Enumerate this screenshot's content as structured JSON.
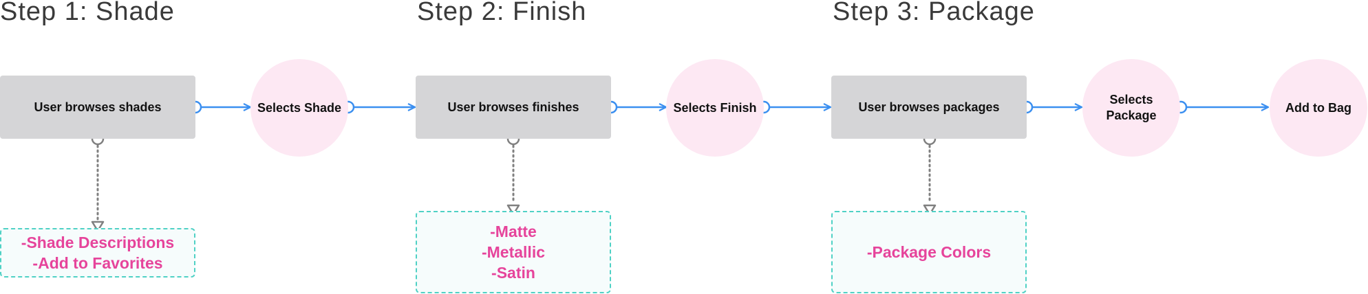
{
  "steps": [
    {
      "title": "Step 1: Shade"
    },
    {
      "title": "Step 2: Finish"
    },
    {
      "title": "Step 3: Package"
    }
  ],
  "process_boxes": [
    {
      "label": "User browses shades"
    },
    {
      "label": "User browses finishes"
    },
    {
      "label": "User browses packages"
    }
  ],
  "decisions": [
    {
      "label": "Selects Shade"
    },
    {
      "label": "Selects Finish"
    },
    {
      "label": "Selects\nPackage"
    },
    {
      "label": "Add to Bag"
    }
  ],
  "notes": [
    {
      "lines": [
        "-Shade Descriptions",
        "-Add to Favorites"
      ]
    },
    {
      "lines": [
        "-Matte",
        "-Metallic",
        "-Satin"
      ]
    },
    {
      "lines": [
        "-Package Colors"
      ]
    }
  ],
  "colors": {
    "flow_arrow": "#3b8ff0",
    "sub_arrow": "#808080",
    "note_text": "#e6449b",
    "note_border": "#4fd1c5",
    "decision_fill": "#fde8f3",
    "box_fill": "#d5d5d7"
  }
}
